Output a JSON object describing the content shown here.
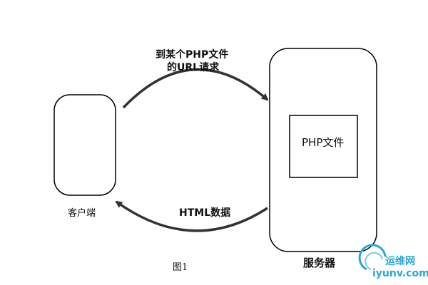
{
  "diagram": {
    "request_label_line1": "到某个PHP文件",
    "request_label_line2": "的URL请求",
    "response_label": "HTML数据",
    "client_label": "客户端",
    "server_label": "服务器",
    "php_file_label": "PHP文件",
    "caption": "图1"
  },
  "watermark": {
    "cn": "运维网",
    "url": "iyunv.com",
    "color": "#2aa7d6"
  }
}
